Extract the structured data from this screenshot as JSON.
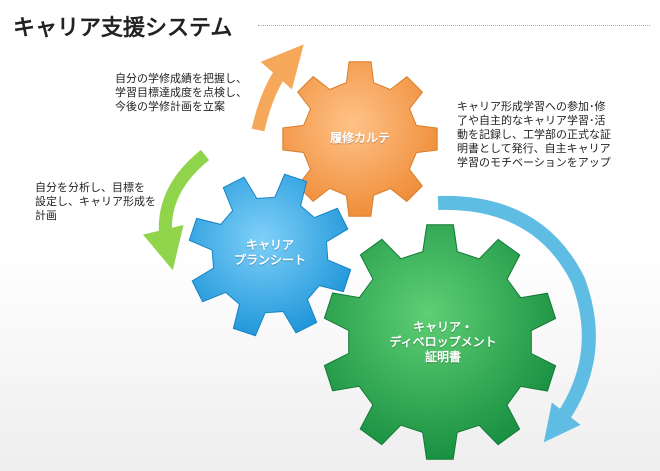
{
  "title": "キャリア支援システム",
  "notes": {
    "top_left": "自分の学修成績を把握し、\n学習目標達成度を点検し、\n今後の学修計画を立案",
    "mid_left": "自分を分析し、目標を\n設定し、キャリア形成を\n計画",
    "right": "キャリア形成学習への参加･修\n了や自主的なキャリア学習･活\n動を記録し、工学部の正式な証\n明書として発行、自主キャリア\n学習のモチベーションをアップ"
  },
  "gears": {
    "orange": {
      "label": "履修カルテ",
      "color": "#f39a4a"
    },
    "blue": {
      "label": "キャリア\nプランシート",
      "color": "#2aa3e4"
    },
    "green": {
      "label": "キャリア・\nディベロップメント\n証明書",
      "color": "#21a04c"
    }
  },
  "arrows": {
    "orange": "#f5a85a",
    "green": "#8fd44a",
    "blue": "#5fbde3"
  }
}
